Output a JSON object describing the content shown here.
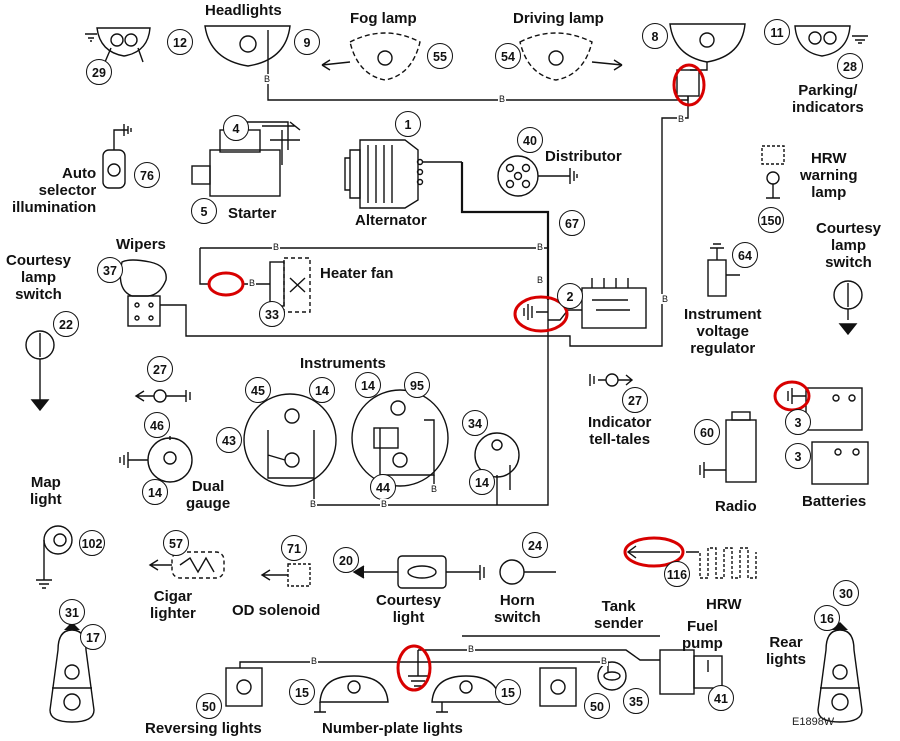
{
  "labels": {
    "headlights": "Headlights",
    "fog_lamp": "Fog lamp",
    "driving_lamp": "Driving lamp",
    "parking_indicators": "Parking/\nindicators",
    "auto_selector": "Auto\nselector\nillumination",
    "starter": "Starter",
    "alternator": "Alternator",
    "distributor": "Distributor",
    "hrw_warning": "HRW\nwarning\nlamp",
    "wipers": "Wipers",
    "heater_fan": "Heater fan",
    "courtesy_switch_left": "Courtesy\nlamp\nswitch",
    "courtesy_switch_right": "Courtesy\nlamp\nswitch",
    "instrument_regulator": "Instrument\nvoltage\nregulator",
    "instruments": "Instruments",
    "indicator_telltales": "Indicator\ntell-tales",
    "dual_gauge": "Dual\ngauge",
    "radio": "Radio",
    "batteries": "Batteries",
    "map_light": "Map\nlight",
    "cigar_lighter": "Cigar\nlighter",
    "od_solenoid": "OD solenoid",
    "courtesy_light": "Courtesy\nlight",
    "horn_switch": "Horn\nswitch",
    "tank_sender": "Tank\nsender",
    "hrw": "HRW",
    "fuel_pump": "Fuel\npump",
    "rear_lights": "Rear\nlights",
    "reversing_lights": "Reversing lights",
    "number_plate_lights": "Number-plate lights"
  },
  "component_numbers": {
    "n29": "29",
    "n12": "12",
    "n9": "9",
    "n55": "55",
    "n54": "54",
    "n8": "8",
    "n11": "11",
    "n28": "28",
    "n4": "4",
    "n1": "1",
    "n40": "40",
    "n76": "76",
    "n5": "5",
    "n67": "67",
    "n150": "150",
    "n64": "64",
    "n37": "37",
    "n2": "2",
    "n33": "33",
    "n22": "22",
    "n27a": "27",
    "n45": "45",
    "n14a": "14",
    "n14b": "14",
    "n95": "95",
    "n46": "46",
    "n43": "43",
    "n34": "34",
    "n27b": "27",
    "n60": "60",
    "n3a": "3",
    "n3b": "3",
    "n14c": "14",
    "n44": "44",
    "n14d": "14",
    "n102": "102",
    "n57": "57",
    "n71": "71",
    "n20": "20",
    "n24": "24",
    "n116": "116",
    "n31": "31",
    "n17": "17",
    "n16": "16",
    "n30": "30",
    "n41": "41",
    "n50a": "50",
    "n15a": "15",
    "n15b": "15",
    "n50b": "50",
    "n35": "35"
  },
  "wire_codes": {
    "b1": "B",
    "b2": "B",
    "b3": "B",
    "b4": "B",
    "b5": "B",
    "b6": "B",
    "b7": "B",
    "b8": "B",
    "b9": "B",
    "b10": "B",
    "b11": "B",
    "b12": "B",
    "b13": "B",
    "b14": "B"
  },
  "diagram_code": "E1898W",
  "colors": {
    "ink": "#111111",
    "highlight": "#d80000"
  }
}
